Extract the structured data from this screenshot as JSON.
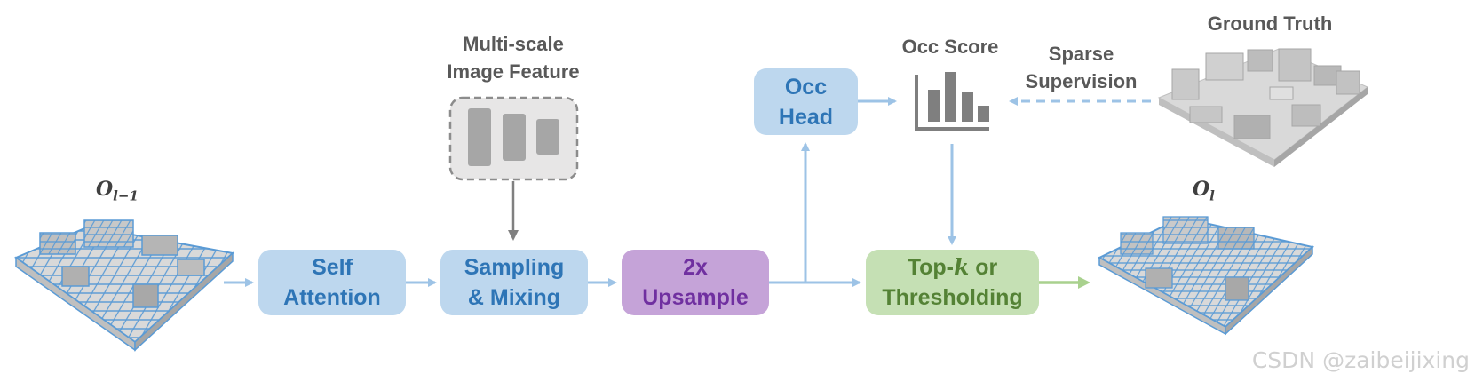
{
  "inputs": {
    "prev_occupancy_label": {
      "base": "O",
      "sub": "l−1"
    },
    "image_feature_label": [
      "Multi-scale",
      "Image Feature"
    ]
  },
  "blocks": {
    "self_attention": [
      "Self",
      "Attention"
    ],
    "sampling_mixing": [
      "Sampling",
      "& Mixing"
    ],
    "upsample": [
      "2x",
      "Upsample"
    ],
    "occ_head": [
      "Occ",
      "Head"
    ],
    "topk": {
      "line1_prefix": "Top-",
      "line1_math": "k",
      "line1_suffix": " or",
      "line2": "Thresholding"
    }
  },
  "outputs": {
    "occ_score_label": "Occ Score",
    "ground_truth_label": "Ground Truth",
    "supervision_label": [
      "Sparse",
      "Supervision"
    ],
    "next_occupancy_label": {
      "base": "O",
      "sub": "l"
    }
  },
  "watermark": "CSDN @zaibeijixing",
  "colors": {
    "blue_fill": "#bdd7ee",
    "blue_text": "#2e75b6",
    "purple_fill": "#c5a3d8",
    "purple_text": "#7030a0",
    "green_fill": "#c5e0b4",
    "green_text": "#548235",
    "arrow_blue": "#9dc3e6",
    "arrow_green": "#a9d18e",
    "feature_gray": "#a6a6a6",
    "label_gray": "#595959",
    "voxel_blue": "#5b9bd5"
  },
  "icons": [
    "voxel-grid-icon",
    "feature-bars-icon",
    "histogram-icon",
    "terrain-icon"
  ]
}
